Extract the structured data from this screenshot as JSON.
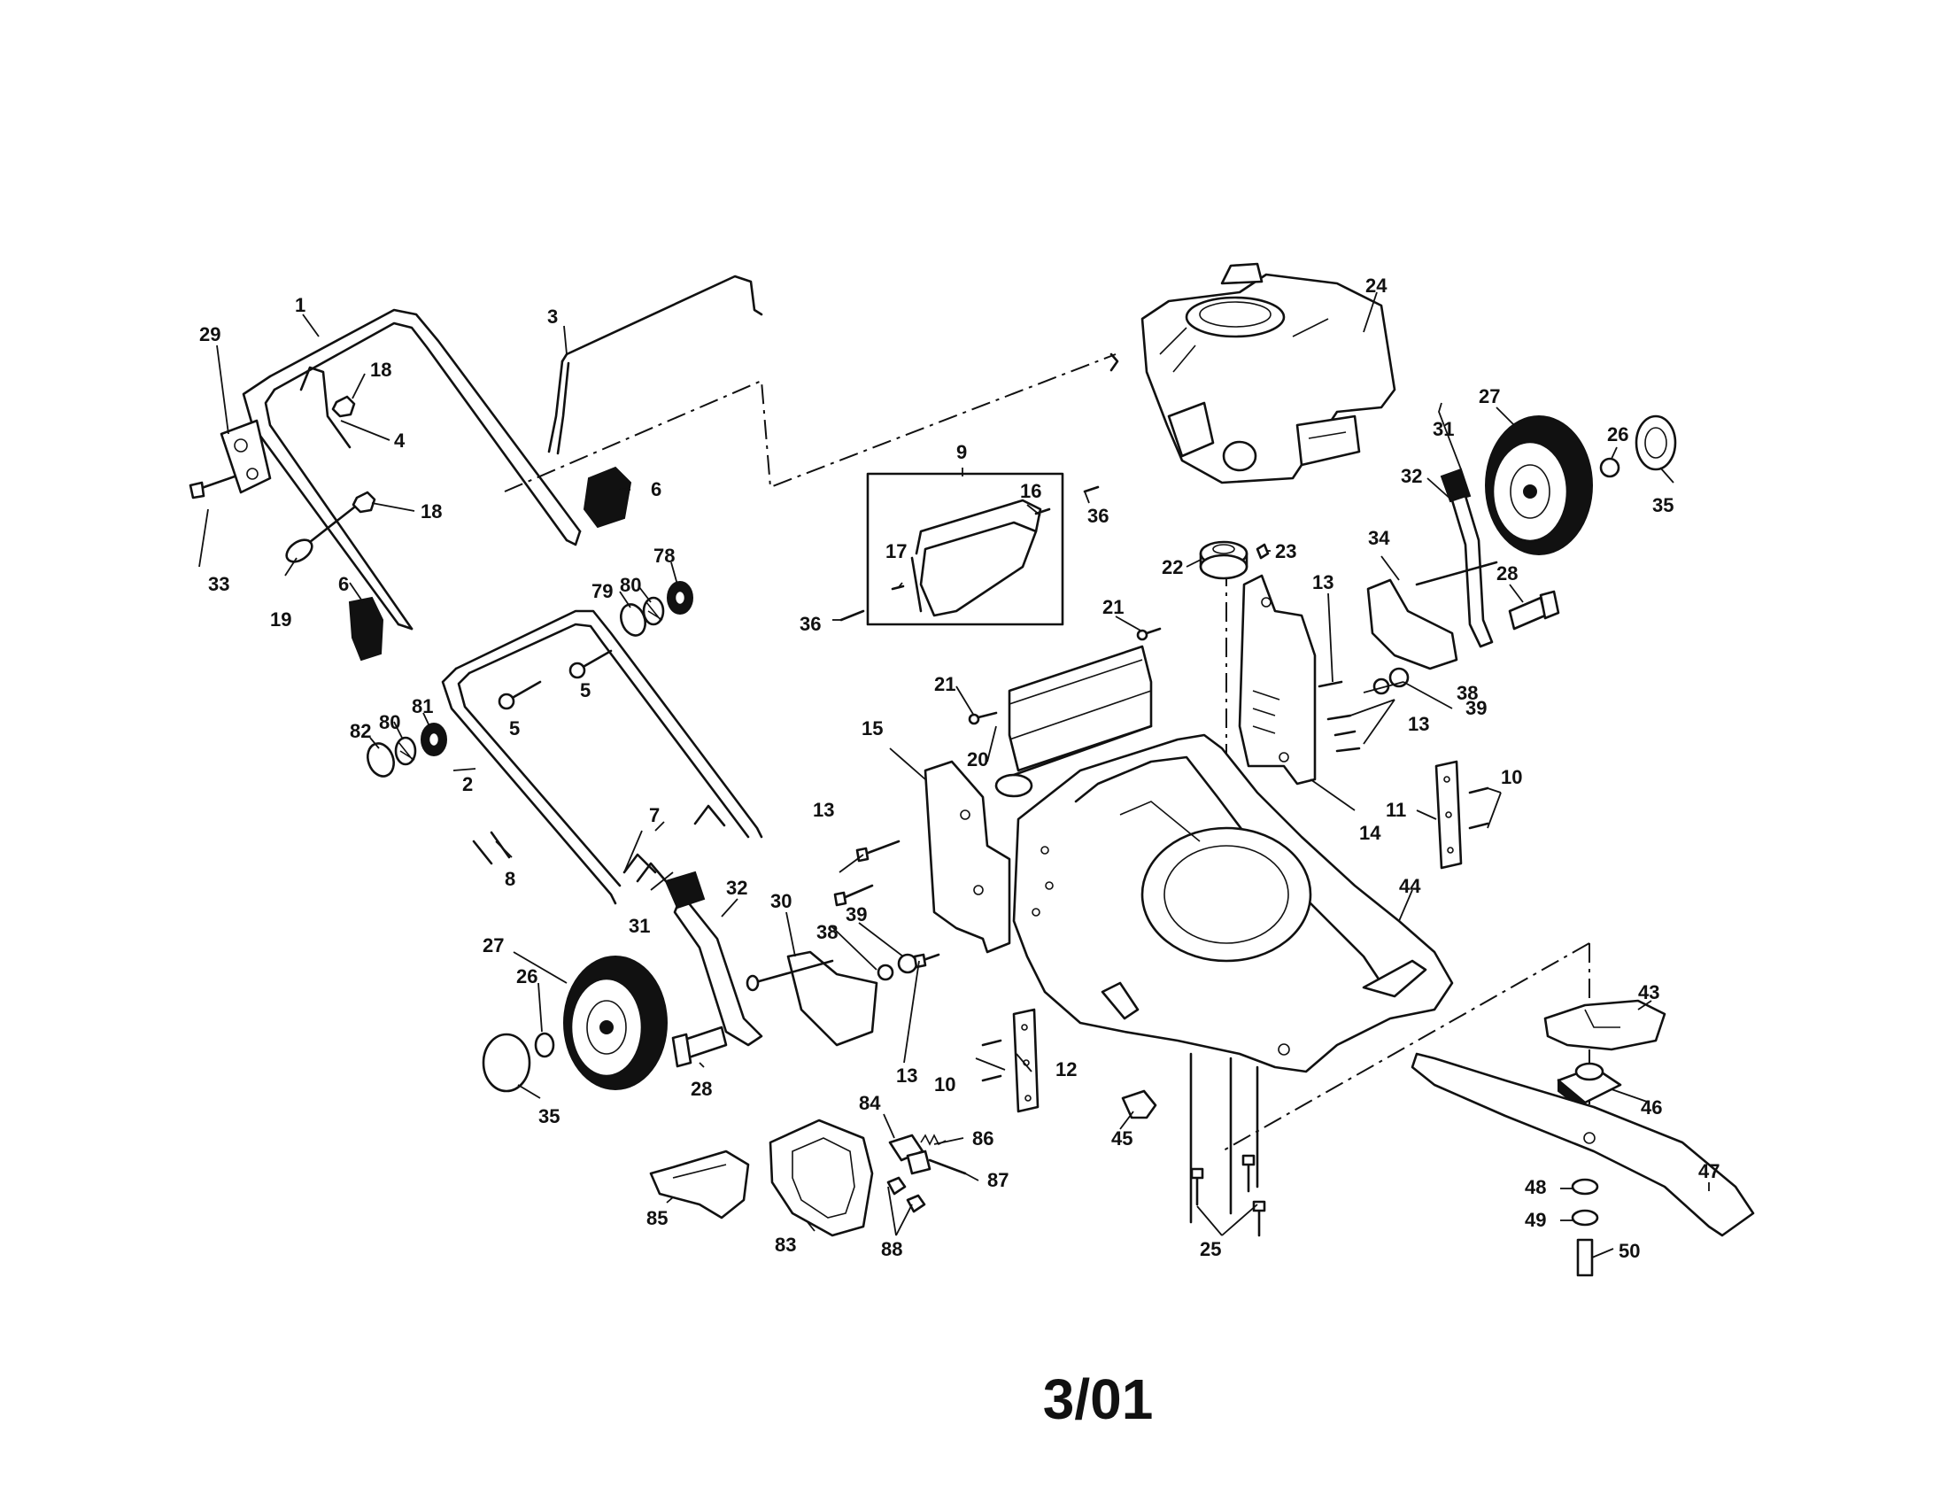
{
  "diagram": {
    "date_code": "3/01",
    "callouts": {
      "c1": "1",
      "c2": "2",
      "c3": "3",
      "c4": "4",
      "c5a": "5",
      "c5b": "5",
      "c6a": "6",
      "c6b": "6",
      "c7": "7",
      "c8": "8",
      "c9": "9",
      "c10a": "10",
      "c10b": "10",
      "c11": "11",
      "c12": "12",
      "c13a": "13",
      "c13b": "13",
      "c13c": "13",
      "c13d": "13",
      "c14": "14",
      "c15": "15",
      "c16": "16",
      "c17": "17",
      "c18a": "18",
      "c18b": "18",
      "c19": "19",
      "c20": "20",
      "c21a": "21",
      "c21b": "21",
      "c22": "22",
      "c23": "23",
      "c24": "24",
      "c25": "25",
      "c26a": "26",
      "c26b": "26",
      "c27a": "27",
      "c27b": "27",
      "c28a": "28",
      "c28b": "28",
      "c29": "29",
      "c30": "30",
      "c31a": "31",
      "c31b": "31",
      "c32a": "32",
      "c32b": "32",
      "c33": "33",
      "c34": "34",
      "c35a": "35",
      "c35b": "35",
      "c36a": "36",
      "c36b": "36",
      "c38a": "38",
      "c38b": "38",
      "c39a": "39",
      "c39b": "39",
      "c43": "43",
      "c44": "44",
      "c45": "45",
      "c46": "46",
      "c47": "47",
      "c48": "48",
      "c49": "49",
      "c50": "50",
      "c78": "78",
      "c79": "79",
      "c80a": "80",
      "c80b": "80",
      "c81": "81",
      "c82": "82",
      "c83": "83",
      "c84": "84",
      "c85": "85",
      "c86": "86",
      "c87": "87",
      "c88": "88"
    }
  }
}
